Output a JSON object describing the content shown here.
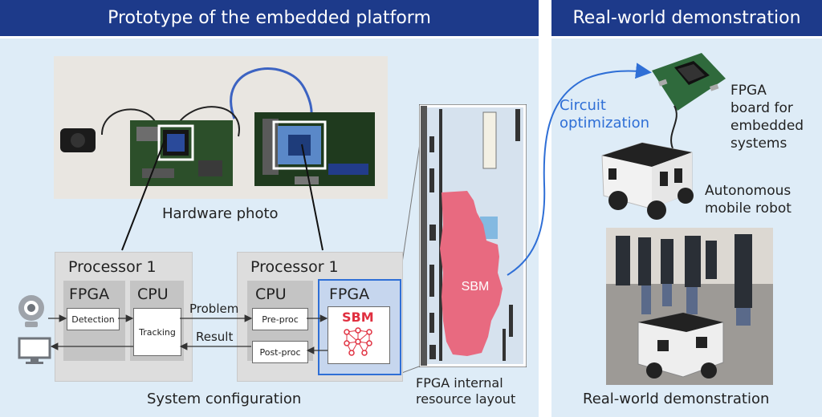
{
  "header_left": "Prototype of the embedded platform",
  "header_right": "Real-world demonstration",
  "hardware_caption": "Hardware photo",
  "fpga_layout_caption": [
    "FPGA internal",
    "resource layout"
  ],
  "system_caption": "System configuration",
  "processor_left": {
    "title": "Processor 1",
    "fpga_label": "FPGA",
    "cpu_label": "CPU",
    "detection": "Detection",
    "tracking": "Tracking"
  },
  "processor_right": {
    "title": "Processor 1",
    "cpu_label": "CPU",
    "fpga_label": "FPGA",
    "preproc": "Pre-proc",
    "postproc": "Post-proc",
    "sbm": "SBM"
  },
  "arrows": {
    "problem": "Problem",
    "result": "Result"
  },
  "sbm_layout_label": "SBM",
  "circuit_opt": [
    "Circuit",
    "optimization"
  ],
  "fpga_board_label": [
    "FPGA",
    "board for",
    "embedded",
    "systems"
  ],
  "robot_label": [
    "Autonomous",
    "mobile robot"
  ],
  "demo_caption": "Real-world demonstration",
  "colors": {
    "header": "#1d3a8a",
    "panel": "#deecf7",
    "accent_blue": "#2f6fd6",
    "sbm_red": "#e03040",
    "sbm_pink": "#e86a80"
  }
}
